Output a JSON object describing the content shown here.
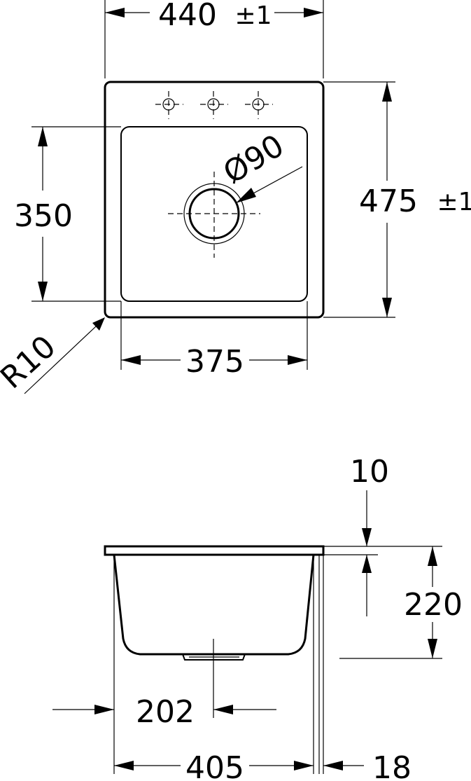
{
  "top_view": {
    "width_label": "440",
    "width_tol": "±1",
    "height_label": "475",
    "height_tol": "±1",
    "bowl_height_label": "350",
    "bowl_width_label": "375",
    "drain_label": "Ø90",
    "radius_label": "R10"
  },
  "side_view": {
    "rim_label": "10",
    "depth_label": "220",
    "drain_offset_label": "202",
    "bowl_width_label": "405",
    "overhang_label": "18"
  }
}
